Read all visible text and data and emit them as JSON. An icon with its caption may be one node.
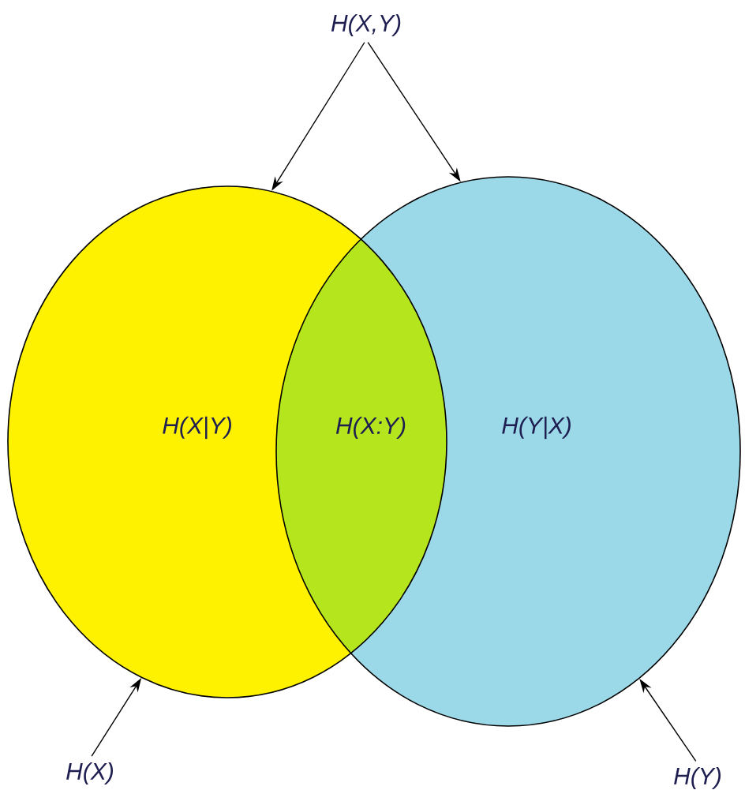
{
  "diagram": {
    "nodes": [
      {
        "text": [
          "H(X,Y)"
        ]
      },
      {
        "text": [],
        "shape": "circle"
      },
      {
        "text": [],
        "shape": "circle"
      },
      {
        "text": [
          "H(X)"
        ]
      },
      {
        "text": [
          "H(Y)"
        ]
      }
    ],
    "edges": [
      {
        "from": 0,
        "to": 1,
        "arrow": "to"
      },
      {
        "from": 0,
        "to": 2,
        "arrow": "to"
      },
      {
        "from": 3,
        "to": 1,
        "arrow": "to"
      },
      {
        "from": 4,
        "to": 2,
        "arrow": "to"
      }
    ],
    "labels": [
      "H(X|Y)",
      "H(X:Y)",
      "H(Y|X)"
    ]
  }
}
